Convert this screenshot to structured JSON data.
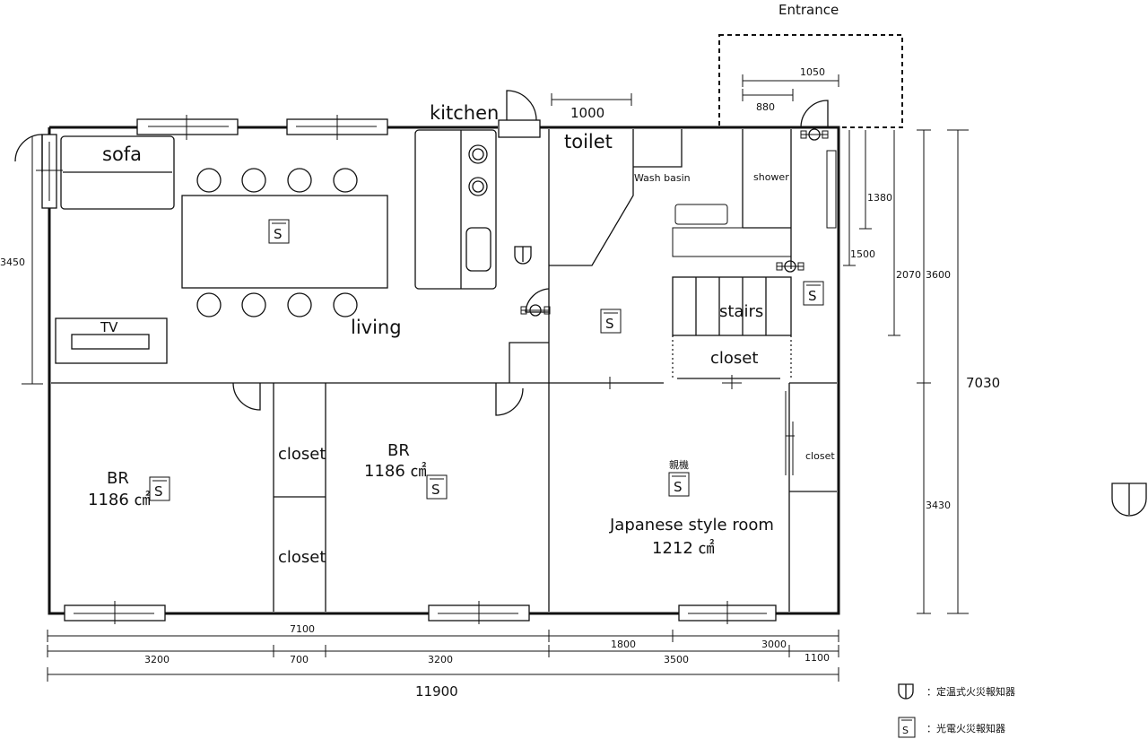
{
  "labels": {
    "entrance": "Entrance",
    "kitchen": "kitchen",
    "toilet": "toilet",
    "sofa": "sofa",
    "living": "living",
    "tv": "TV",
    "wash_basin": "Wash basin",
    "shower": "shower",
    "stairs": "stairs",
    "closet": "closet",
    "br": "BR",
    "br_area": "1186 ㎠",
    "japanese_room": "Japanese style room",
    "japanese_area": "1212 ㎠",
    "detector_note": "親機"
  },
  "dimensions": {
    "d1000": "1000",
    "d1050": "1050",
    "d880": "880",
    "d1380": "1380",
    "d1500": "1500",
    "d2070": "2070",
    "d3600": "3600",
    "d3430": "3430",
    "d7030": "7030",
    "d3450": "3450",
    "d7100": "7100",
    "d1800": "1800",
    "d3000": "3000",
    "d3200a": "3200",
    "d700": "700",
    "d3200b": "3200",
    "d3500": "3500",
    "d1100": "1100",
    "d11900": "11900"
  },
  "legend": {
    "heat": {
      "symbol": "",
      "text": "：定温式火災報知器"
    },
    "smoke": {
      "symbol": "S",
      "text": "：光電火災報知器"
    }
  },
  "smoke_symbol": "S"
}
